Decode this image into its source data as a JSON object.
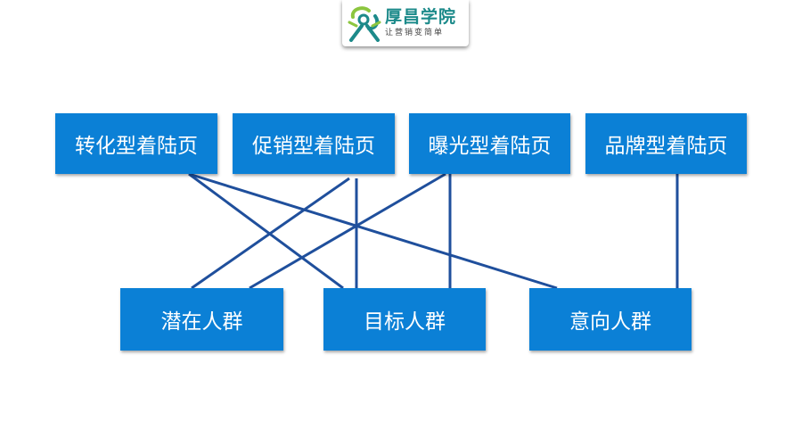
{
  "logo": {
    "name": "厚昌学院",
    "slogan": "让营销变简单",
    "icon": "hc-logo-icon",
    "colors": {
      "primary": "#1c8a8a",
      "accent": "#8cc63f"
    }
  },
  "page_types": [
    {
      "id": "t0",
      "label": "转化型着陆页"
    },
    {
      "id": "t1",
      "label": "促销型着陆页"
    },
    {
      "id": "t2",
      "label": "曝光型着陆页"
    },
    {
      "id": "t3",
      "label": "品牌型着陆页"
    }
  ],
  "audiences": [
    {
      "id": "b0",
      "label": "潜在人群"
    },
    {
      "id": "b1",
      "label": "目标人群"
    },
    {
      "id": "b2",
      "label": "意向人群"
    }
  ],
  "connections": [
    {
      "from": "t0",
      "to": "b1"
    },
    {
      "from": "t0",
      "to": "b2"
    },
    {
      "from": "t1",
      "to": "b0"
    },
    {
      "from": "t1",
      "to": "b1"
    },
    {
      "from": "t2",
      "to": "b0"
    },
    {
      "from": "t2",
      "to": "b1"
    },
    {
      "from": "t3",
      "to": "b2"
    }
  ],
  "colors": {
    "box_fill": "#0b80d6",
    "box_text": "#ffffff",
    "line": "#1f4f9c"
  }
}
